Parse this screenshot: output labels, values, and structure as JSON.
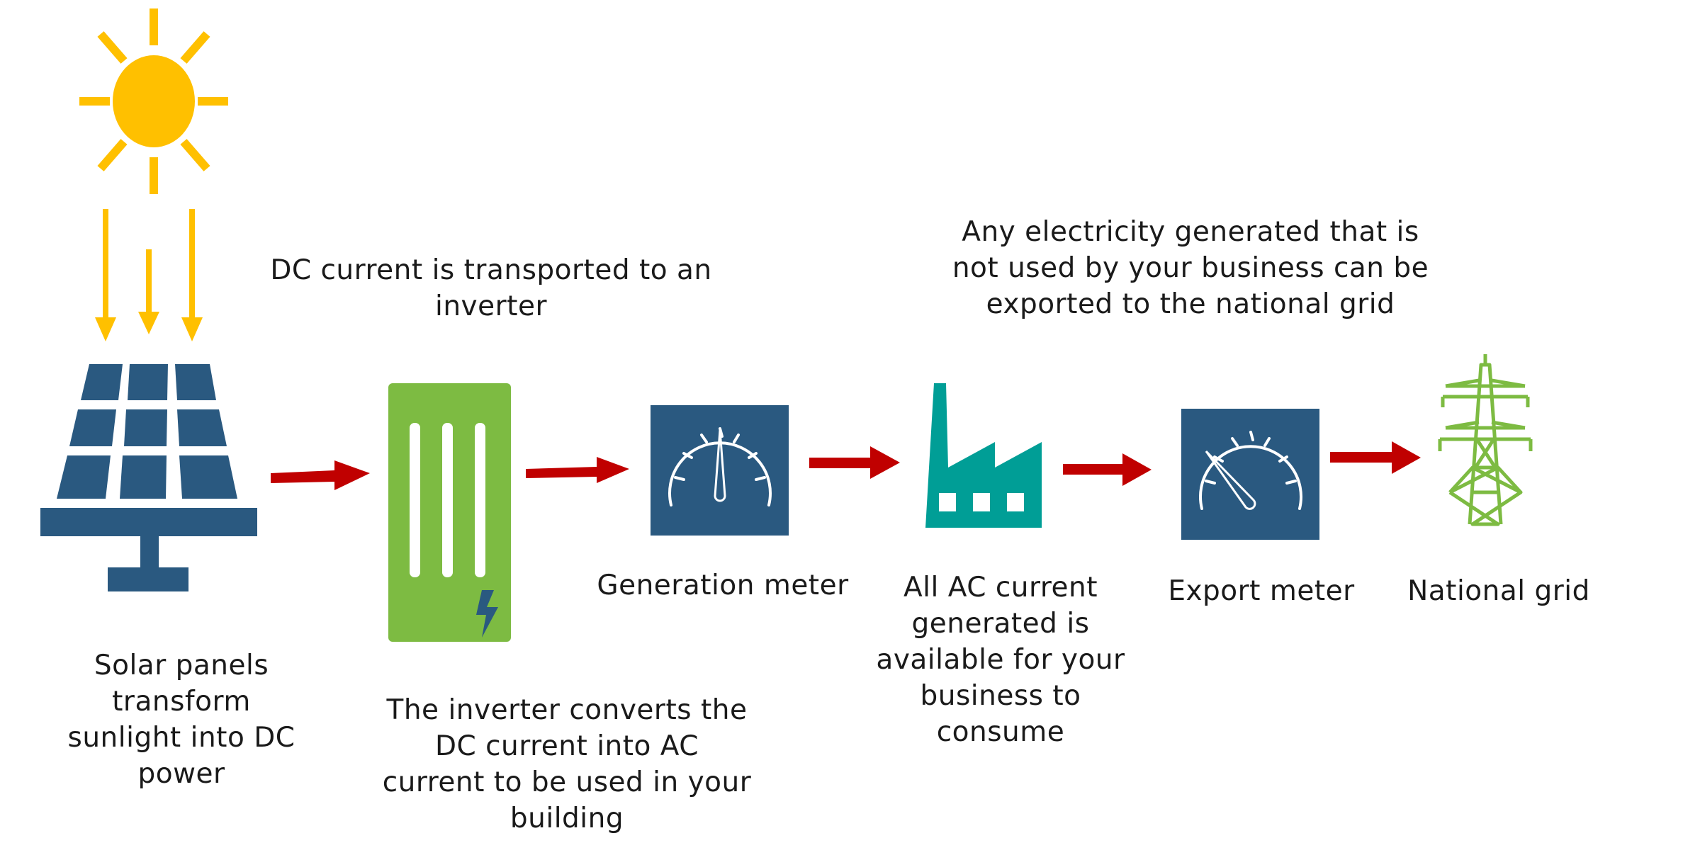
{
  "colors": {
    "sun": "#FFC000",
    "panel": "#2A5980",
    "inverter": "#7DBB42",
    "meter": "#2A5980",
    "factory": "#009E96",
    "pylon": "#7DBB42",
    "arrow": "#C00000"
  },
  "icons": [
    "sun-icon",
    "solar-panel-icon",
    "inverter-icon",
    "lightning-icon",
    "generation-meter-icon",
    "factory-icon",
    "export-meter-icon",
    "pylon-icon"
  ],
  "captions": {
    "solar_panels": "Solar panels\ntransform\nsunlight into DC\npower",
    "dc_transport": "DC current is transported to an\ninverter",
    "inverter": "The inverter converts the\nDC current into AC\ncurrent to be used in your\nbuilding",
    "generation_meter": "Generation meter",
    "ac_available": "All AC current\ngenerated is\navailable for your\nbusiness to\nconsume",
    "export_info": "Any electricity generated that is\nnot used by your business can be\nexported to the national grid",
    "export_meter": "Export meter",
    "national_grid": "National grid"
  }
}
